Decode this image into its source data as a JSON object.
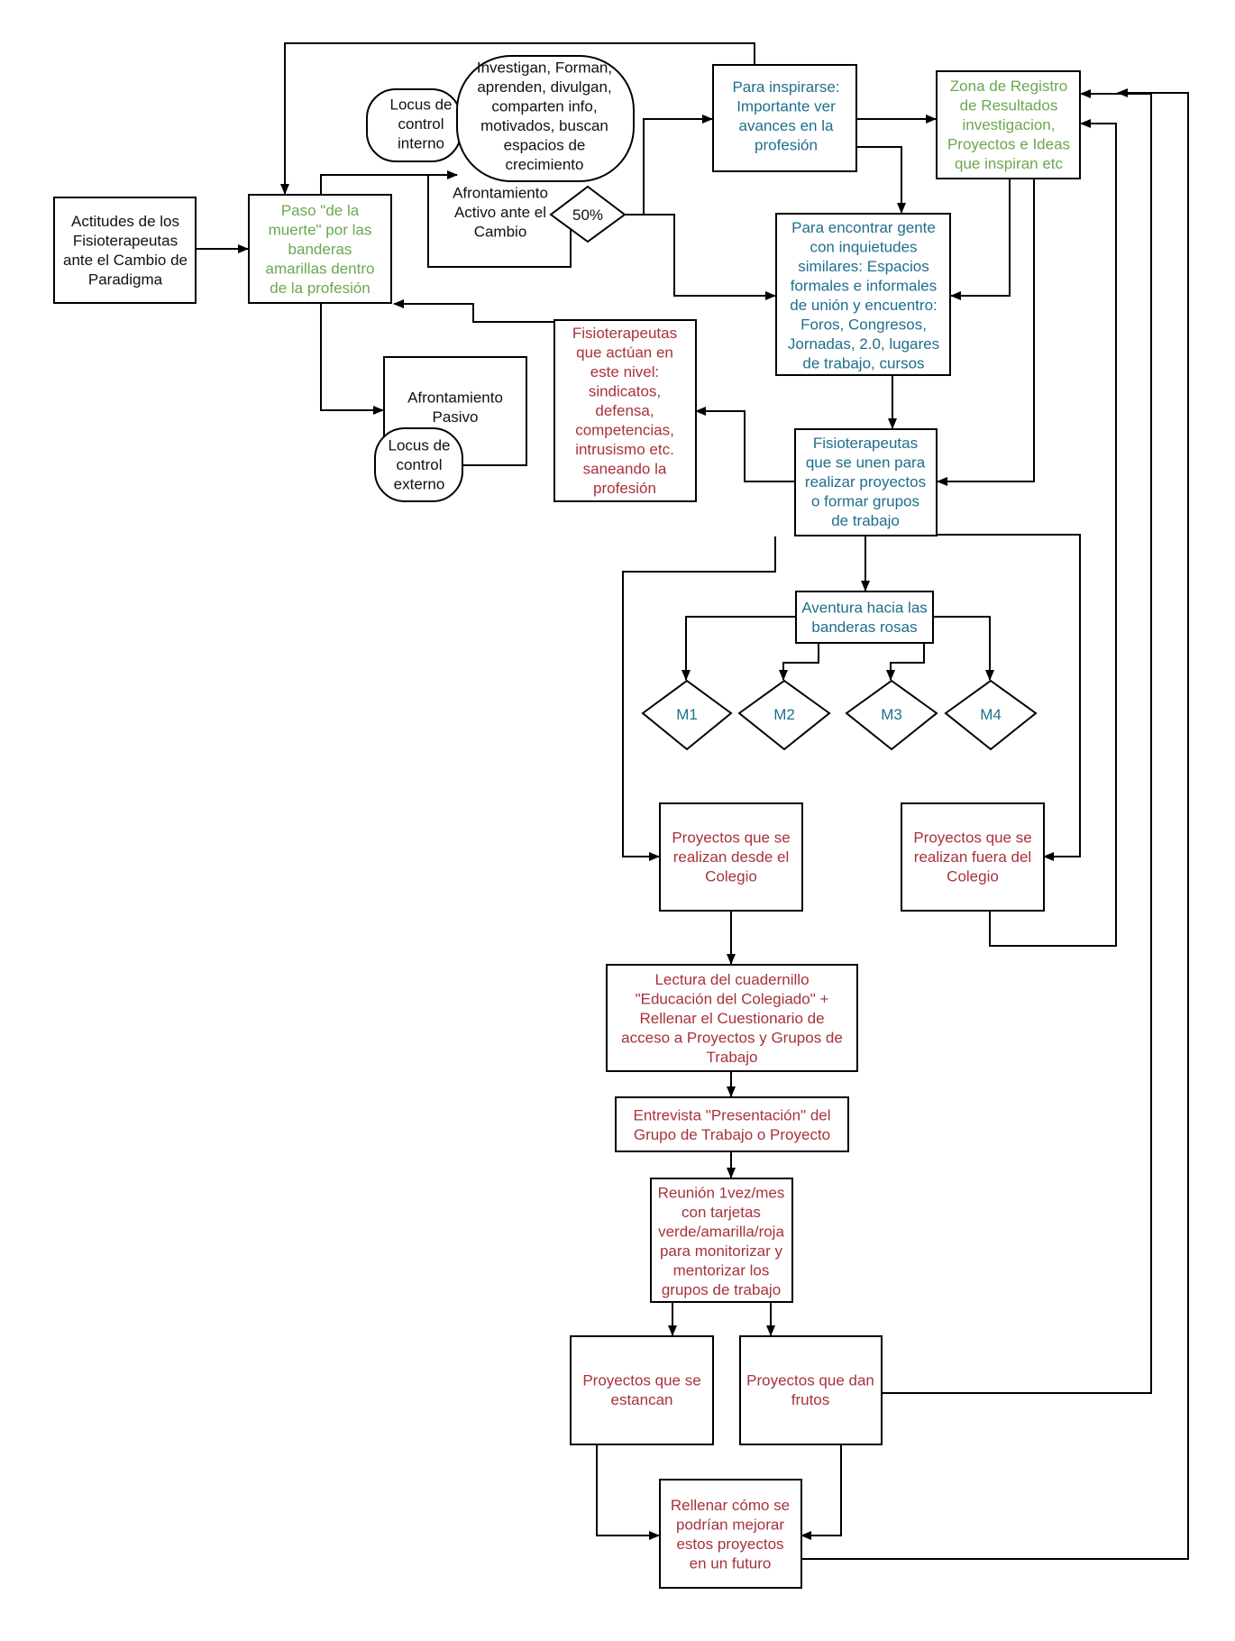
{
  "nodes": {
    "actitudes": {
      "text": "Actitudes de los\nFisioterapeutas\nante el Cambio de\nParadigma",
      "color": "#111111"
    },
    "paso": {
      "text": "Paso \"de la\nmuerte\" por las\nbanderas\namarillas dentro\nde la profesión",
      "color": "#6aa84f"
    },
    "locus_interno": {
      "text": "Locus de\ncontrol\ninterno",
      "color": "#111111"
    },
    "investigan": {
      "text": "Investigan, Forman,\naprenden, divulgan,\ncomparten info,\nmotivados, buscan\nespacios de\ncrecimiento",
      "color": "#111111"
    },
    "afrontamiento_activo": {
      "text": "Afrontamiento\nActivo ante el\nCambio",
      "color": "#111111"
    },
    "pct": {
      "text": "50%",
      "color": "#111111"
    },
    "inspirarse": {
      "text": "Para inspirarse:\nImportante ver\navances en la\nprofesión",
      "color": "#1f6e8c"
    },
    "zona": {
      "text": "Zona de Registro\nde Resultados\ninvestigacion,\nProyectos e Ideas\nque inspiran etc",
      "color": "#6aa84f"
    },
    "encontrar": {
      "text": "Para encontrar gente\ncon inquietudes\nsimilares: Espacios\nformales e informales\nde unión y encuentro:\nForos, Congresos,\nJornadas, 2.0, lugares\nde trabajo, cursos",
      "color": "#1f6e8c"
    },
    "pasivo": {
      "text": "Afrontamiento\nPasivo",
      "color": "#111111"
    },
    "locus_externo": {
      "text": "Locus de\ncontrol\nexterno",
      "color": "#111111"
    },
    "nivel": {
      "text": "Fisioterapeutas\nque actúan en\neste nivel:\nsindicatos,\ndefensa,\ncompetencias,\nintrusismo etc.\nsaneando la\nprofesión",
      "color": "#a8323b"
    },
    "unen": {
      "text": "Fisioterapeutas\nque se unen para\nrealizar proyectos\no formar grupos\nde trabajo",
      "color": "#1f6e8c"
    },
    "aventura": {
      "text": "Aventura hacia las\nbanderas rosas",
      "color": "#1f6e8c"
    },
    "m1": {
      "text": "M1",
      "color": "#1f6e8c"
    },
    "m2": {
      "text": "M2",
      "color": "#1f6e8c"
    },
    "m3": {
      "text": "M3",
      "color": "#1f6e8c"
    },
    "m4": {
      "text": "M4",
      "color": "#1f6e8c"
    },
    "desde_colegio": {
      "text": "Proyectos que se\nrealizan desde el\nColegio",
      "color": "#a8323b"
    },
    "fuera_colegio": {
      "text": "Proyectos que se\nrealizan fuera del\nColegio",
      "color": "#a8323b"
    },
    "lectura": {
      "text": "Lectura del cuadernillo\n\"Educación del Colegiado\" +\nRellenar el Cuestionario de\nacceso a Proyectos y Grupos de\nTrabajo",
      "color": "#a8323b"
    },
    "entrevista": {
      "text": "Entrevista \"Presentación\" del\nGrupo de Trabajo o Proyecto",
      "color": "#a8323b"
    },
    "reunion": {
      "text": "Reunión 1vez/mes\ncon tarjetas\nverde/amarilla/roja\npara monitorizar y\nmentorizar los\ngrupos de trabajo",
      "color": "#a8323b"
    },
    "estancan": {
      "text": "Proyectos que se\nestancan",
      "color": "#a8323b"
    },
    "frutos": {
      "text": "Proyectos que dan\nfrutos",
      "color": "#a8323b"
    },
    "rellenar": {
      "text": "Rellenar cómo se\npodrían mejorar\nestos proyectos\nen un futuro",
      "color": "#a8323b"
    }
  }
}
